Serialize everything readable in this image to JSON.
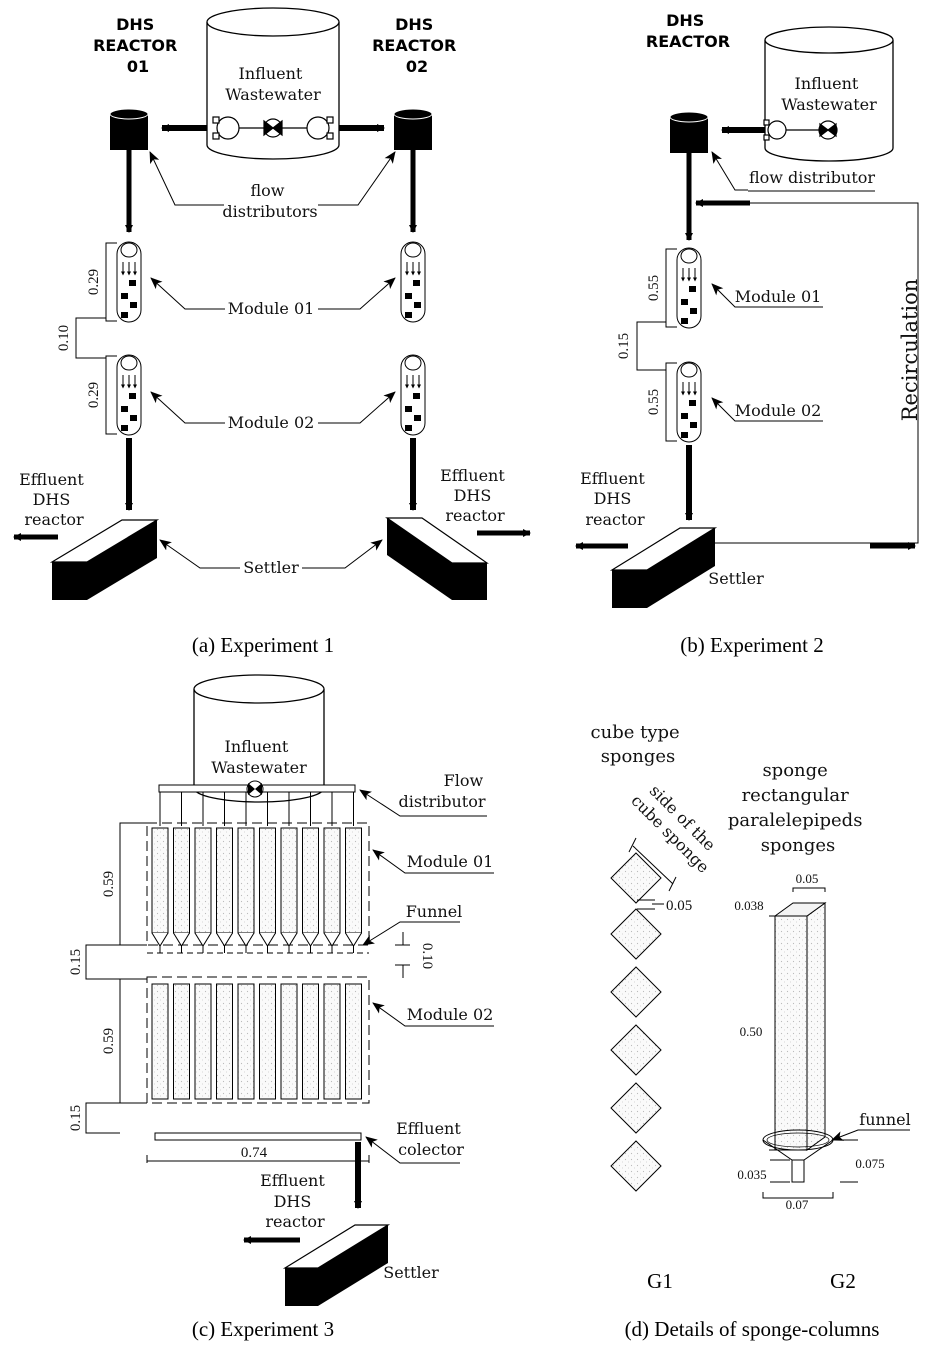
{
  "panels": {
    "a": {
      "caption": "(a) Experiment 1",
      "reactor1": [
        "DHS",
        "REACTOR",
        "01"
      ],
      "reactor2": [
        "DHS",
        "REACTOR",
        "02"
      ],
      "influent": [
        "Influent",
        "Wastewater"
      ],
      "flow_distributors": [
        "flow",
        "distributors"
      ],
      "module01": "Module 01",
      "module02": "Module 02",
      "dim_module": "0.29",
      "dim_gap": "0.10",
      "effluent_left": [
        "Effluent",
        "DHS",
        "reactor"
      ],
      "effluent_right": [
        "Effluent",
        "DHS",
        "reactor"
      ],
      "settler": "Settler"
    },
    "b": {
      "caption": "(b) Experiment 2",
      "reactor": [
        "DHS",
        "REACTOR"
      ],
      "influent": [
        "Influent",
        "Wastewater"
      ],
      "flow_distributor": "flow distributor",
      "module01": "Module 01",
      "module02": "Module 02",
      "dim_module": "0.55",
      "dim_gap": "0.15",
      "recirculation": "Recirculation",
      "effluent": [
        "Effluent",
        "DHS",
        "reactor"
      ],
      "settler": "Settler"
    },
    "c": {
      "caption": "(c) Experiment 3",
      "influent": [
        "Influent",
        "Wastewater"
      ],
      "flow_distributor": [
        "Flow",
        "distributor"
      ],
      "module01": "Module 01",
      "module02": "Module 02",
      "funnel": "Funnel",
      "dim_module": "0.59",
      "dim_gap": "0.15",
      "dim_funnel": "0.10",
      "dim_bottom": "0.15",
      "dim_width": "0.74",
      "effluent_collector": [
        "Effluent",
        "colector"
      ],
      "effluent": [
        "Effluent",
        "DHS",
        "reactor"
      ],
      "settler": "Settler"
    },
    "d": {
      "caption": "(d) Details of sponge-columns",
      "cube_title": [
        "cube type",
        "sponges"
      ],
      "cube_side": [
        "side of  the",
        "cube sponge"
      ],
      "cube_gap": "0.05",
      "rect_title": [
        "sponge",
        "rectangular",
        "paralelepipeds",
        "sponges"
      ],
      "rect_top": "0.05",
      "rect_depth": "0.038",
      "rect_height": "0.50",
      "funnel": "funnel",
      "f_035": "0.035",
      "f_075": "0.075",
      "f_07": "0.07",
      "g1": "G1",
      "g2": "G2"
    }
  }
}
